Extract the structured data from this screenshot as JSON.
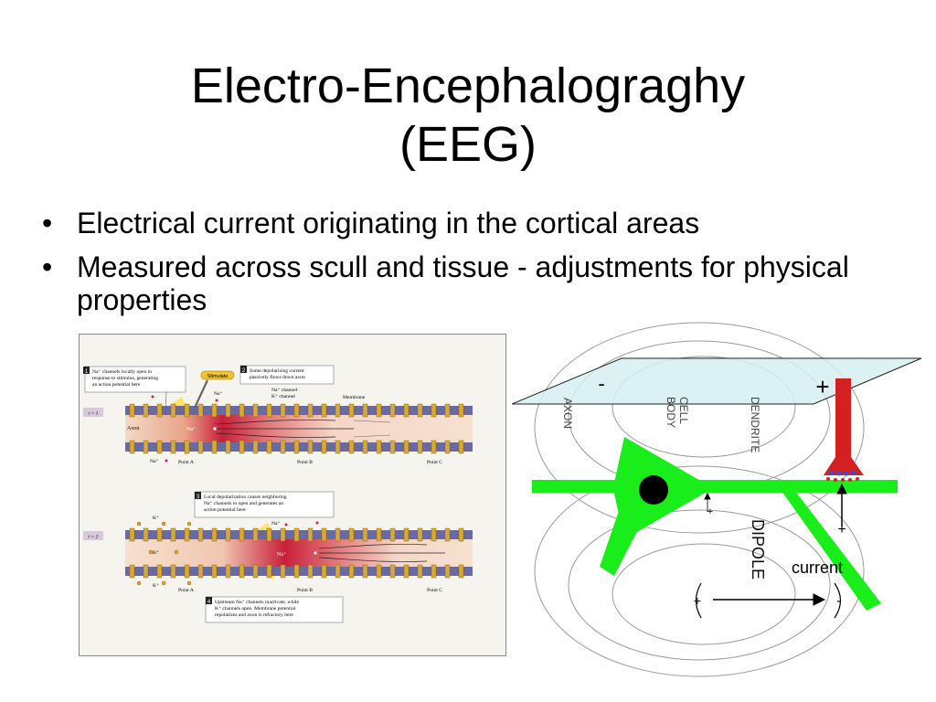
{
  "slide": {
    "title_line1": "Electro-Encephalograghy",
    "title_line2": "(EEG)",
    "bullets": [
      "Electrical current originating in the cortical areas",
      "Measured across scull and tissue - adjustments for physical properties"
    ],
    "bullet_glyph": "•"
  },
  "axon_figure": {
    "step1_num": "1",
    "step1_text": [
      "Na⁺ channels locally open in",
      "response to stimulus, generating",
      "an action potential here"
    ],
    "stimulate_label": "Stimulate",
    "step2_num": "2",
    "step2_text": [
      "Some depolarizing current",
      "passively flows down axon"
    ],
    "step3_num": "3",
    "step3_text": [
      "Local depolarization causes neighboring",
      "Na⁺ channels to open and generates an",
      "action potential here"
    ],
    "step4_num": "4",
    "step4_text": [
      "Upstream Na⁺ channels inactivate, while",
      "K⁺ channels open. Membrane potential",
      "repolarizes and axon is refractory here"
    ],
    "t1_label": "t = 1",
    "t2_label": "t = 2",
    "axon_label": "Axon",
    "na_label": "Na⁺",
    "k_label": "K⁺",
    "na_channel_label": "Na⁺ channel",
    "k_channel_label": "K⁺ channel",
    "membrane_label": "Membrane",
    "point_a": "Point A",
    "point_b": "Point B",
    "point_c": "Point C"
  },
  "dipole_figure": {
    "minus_sign": "-",
    "plus_sign": "+",
    "axon_label": "AXON",
    "cell_body_label": [
      "CELL",
      "BODY"
    ],
    "dendrite_label": "DENDRITE",
    "dipole_label": "DIPOLE",
    "current_label": "current",
    "small_plus": "+",
    "bottom_plus": "+",
    "bottom_minus": "-",
    "colors": {
      "neuron": "#1aee1a",
      "dendrite_top": "#d42020",
      "plane": "#d6eef2",
      "field_lines": "#9a9a9a"
    }
  }
}
